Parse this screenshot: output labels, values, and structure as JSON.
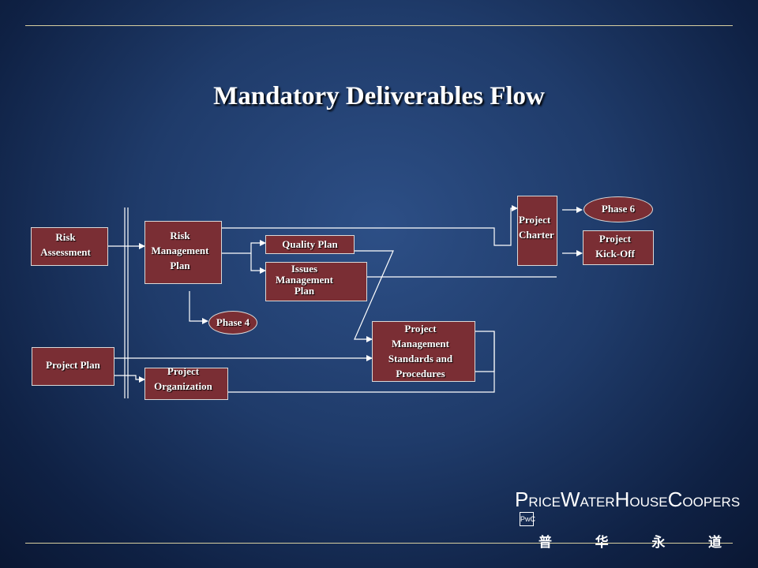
{
  "title": "Mandatory Deliverables Flow",
  "nodes": {
    "risk_assessment": "Risk\nAssessment",
    "project_plan": "Project Plan",
    "risk_management_plan": "Risk\nManagement\nPlan",
    "project_organization": "Project\nOrganization",
    "quality_plan": "Quality Plan",
    "issues_management_plan": "Issues\nManagement\nPlan",
    "pm_standards": "Project\nManagement\nStandards and\nProcedures",
    "project_charter": "Project\nCharter",
    "project_kickoff": "Project\nKick-Off"
  },
  "phases": {
    "phase4": "Phase 4",
    "phase6": "Phase 6"
  },
  "logo": {
    "name": "PRICEWATERHOUSECOOPERS",
    "mark": "PwC",
    "chinese": [
      "普",
      "华",
      "永",
      "道"
    ]
  },
  "colors": {
    "box_fill": "#7a2e34",
    "box_border": "#d9d9d9",
    "connector": "#ffffff",
    "rule": "#d8cfa0"
  }
}
